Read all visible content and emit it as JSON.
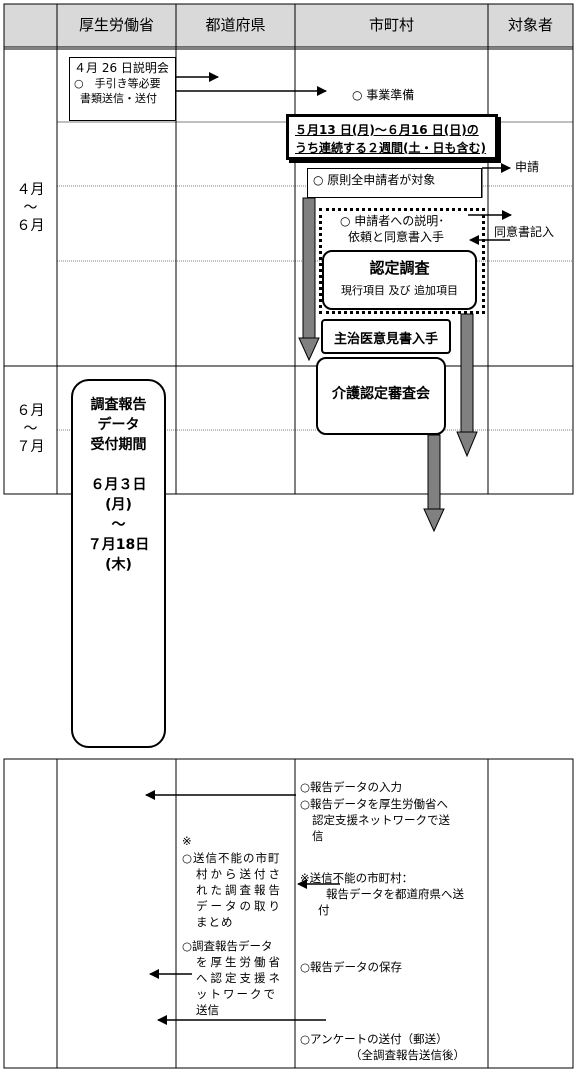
{
  "header": {
    "col1": "厚生労働省",
    "col2": "都道府県",
    "col3": "市町村",
    "col4": "対象者"
  },
  "rows": {
    "apr_jun": [
      "４月",
      "～",
      "６月"
    ],
    "jun_jul": [
      "６月",
      "～",
      "７月"
    ]
  },
  "top": {
    "briefing_line1": "４月 26 日説明会",
    "briefing_line2": "○　手引き等必要",
    "briefing_line3": "書類送信・送付",
    "prep": "○ 事業準備",
    "period_line1": "５月13 日(月)～６月16 日(日)の",
    "period_line2": "うち連続する２週間(土・日も含む)",
    "application": "申請",
    "all_applicants": "○ 原則全申請者が対象",
    "explain_line1": "○ 申請者への説明･",
    "explain_line2": "依頼と同意書入手",
    "consent": "同意書記入",
    "survey_title": "認定調査",
    "survey_sub": "現行項目 及び 追加項目",
    "doctor": "主治医意見書入手",
    "committee": "介護認定審査会",
    "reception_lines": [
      "調査報告",
      "データ",
      "受付期間",
      "",
      "６月３日",
      "(月)",
      "～",
      "７月18日",
      "(木)"
    ]
  },
  "bottom": {
    "muni_1": "○報告データの入力",
    "muni_2a": "○報告データを厚生労働省へ",
    "muni_2b": "認定支援ネットワークで送",
    "muni_2c": "信",
    "muni_3a": "※送信不能の市町村：",
    "muni_3b": "報告データを都道府県へ送",
    "muni_3c": "付",
    "muni_4": "○報告データの保存",
    "muni_5a": "○アンケートの送付（郵送）",
    "muni_5b": "（全調査報告送信後）",
    "pref_note": "※",
    "pref_1a": "○送信不能の市町",
    "pref_1b": "村から送付さ",
    "pref_1c": "れた調査報告",
    "pref_1d": "データの取り",
    "pref_1e": "まとめ",
    "pref_2a": "○調査報告データ",
    "pref_2b": "を厚生労働省",
    "pref_2c": "へ認定支援ネ",
    "pref_2d": "ットワークで",
    "pref_2e": "送信"
  }
}
